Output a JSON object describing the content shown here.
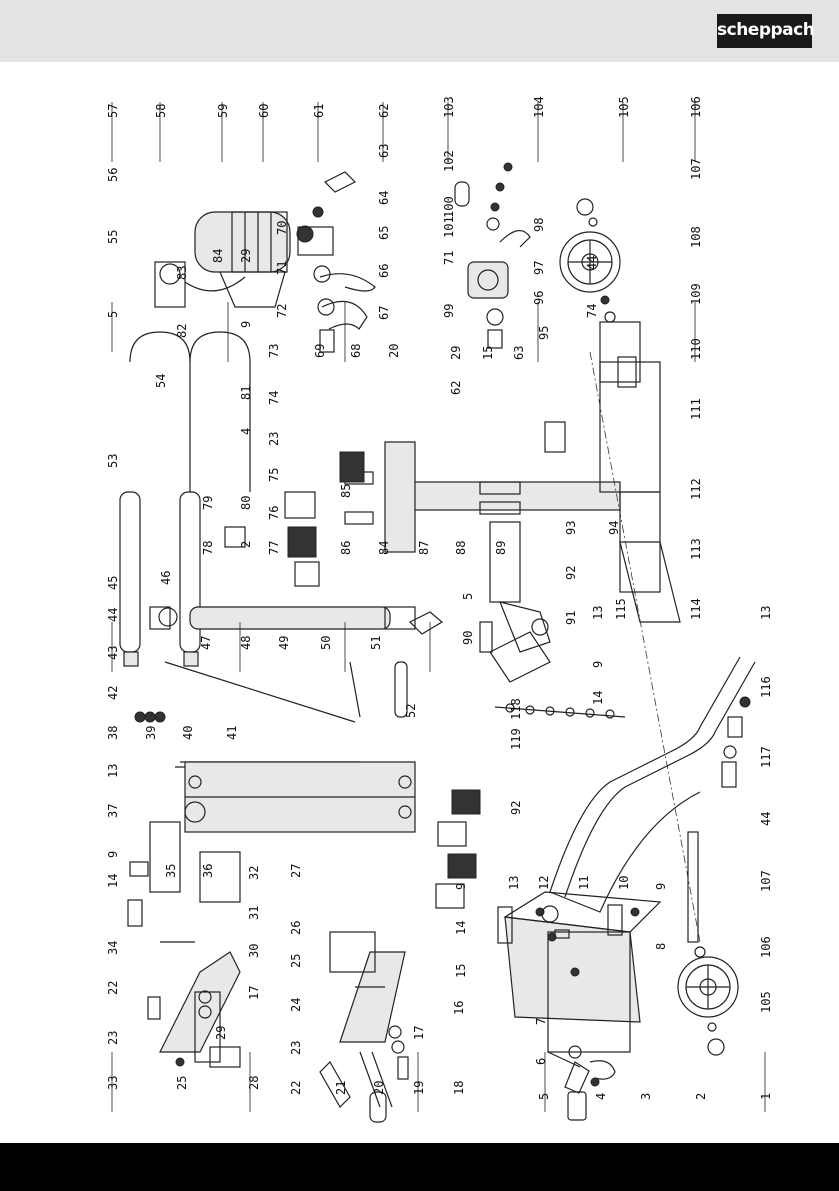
{
  "brand": {
    "logo_text": "scheppach",
    "header_color": "#e3e3e3",
    "footer_color": "#000000"
  },
  "callouts": [
    "57",
    "58",
    "59",
    "60",
    "61",
    "62",
    "63",
    "64",
    "65",
    "66",
    "67",
    "56",
    "55",
    "70",
    "71",
    "72",
    "103",
    "104",
    "105",
    "106",
    "102",
    "100",
    "101",
    "98",
    "71",
    "107",
    "99",
    "97",
    "96",
    "108",
    "44",
    "109",
    "74",
    "54",
    "53",
    "5",
    "83",
    "84",
    "29",
    "82",
    "9",
    "81",
    "4",
    "73",
    "69",
    "68",
    "20",
    "29",
    "15",
    "63",
    "62",
    "95",
    "110",
    "111",
    "112",
    "74",
    "23",
    "75",
    "76",
    "77",
    "79",
    "80",
    "78",
    "2",
    "85",
    "86",
    "84",
    "87",
    "88",
    "89",
    "93",
    "94",
    "113",
    "45",
    "46",
    "44",
    "43",
    "47",
    "48",
    "49",
    "42",
    "50",
    "51",
    "41",
    "5",
    "92",
    "91",
    "90",
    "13",
    "115",
    "114",
    "9",
    "118",
    "119",
    "14",
    "13",
    "116",
    "117",
    "38",
    "39",
    "40",
    "13",
    "52",
    "37",
    "9",
    "14",
    "35",
    "36",
    "92",
    "44",
    "107",
    "106",
    "105",
    "34",
    "32",
    "31",
    "22",
    "30",
    "23",
    "17",
    "29",
    "33",
    "25",
    "28",
    "27",
    "26",
    "25",
    "24",
    "23",
    "22",
    "21",
    "20",
    "19",
    "18",
    "17",
    "16",
    "9",
    "13",
    "12",
    "11",
    "10",
    "9",
    "14",
    "8",
    "15",
    "7",
    "6",
    "5",
    "4",
    "3",
    "2",
    "1"
  ]
}
